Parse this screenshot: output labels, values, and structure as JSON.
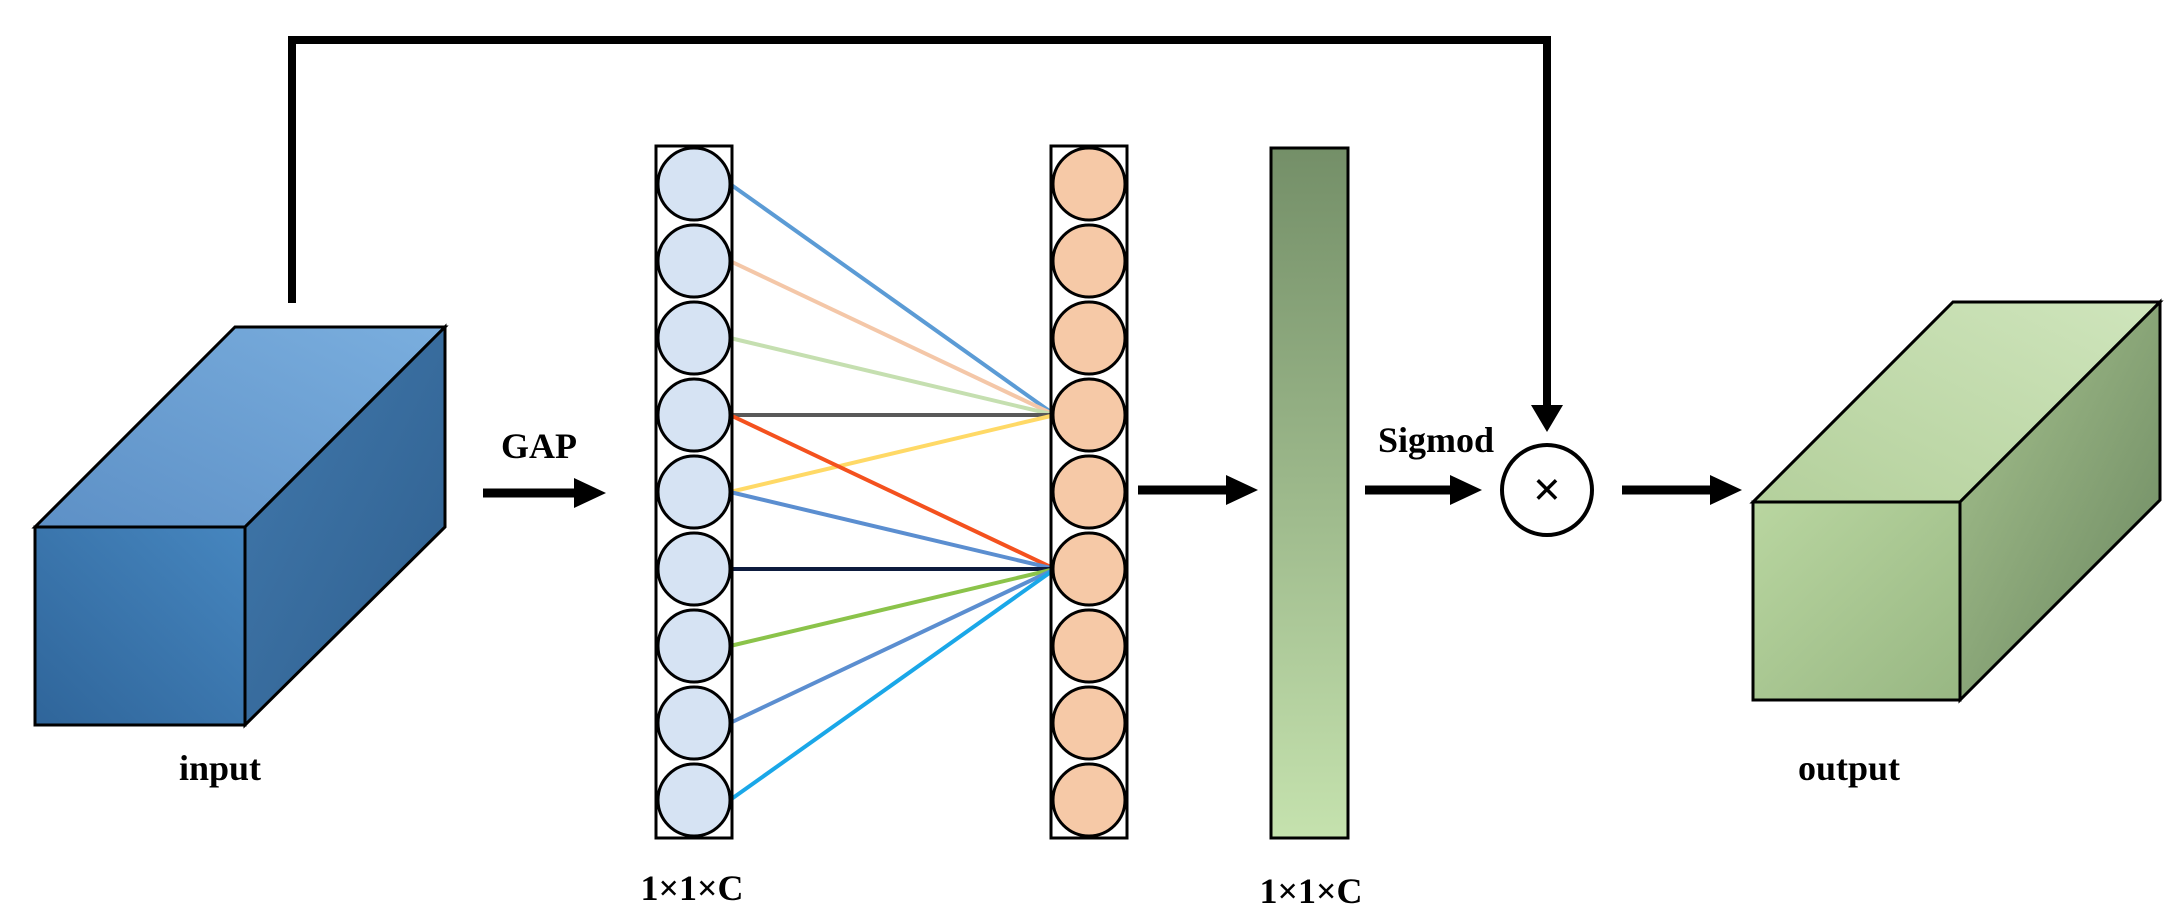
{
  "labels": {
    "input": "input",
    "gap": "GAP",
    "c1": "1×1×C",
    "c2": "1×1×C",
    "sigmoid": "Sigmod",
    "multiply": "×",
    "output": "output"
  },
  "colors": {
    "input_front": "#3b78ad",
    "input_top": "#6da3d6",
    "input_side": "#3a6e9e",
    "node_blue": "#d6e3f3",
    "node_orange": "#f6c9a7",
    "bar_top": "#748f68",
    "bar_bottom": "#c3dfae",
    "output_front": "#acc892",
    "output_top": "#c5dcb0",
    "output_side": "#7a9366",
    "stroke": "#000000"
  },
  "layers": {
    "gap_nodes": 9,
    "fc_nodes": 9
  },
  "connections": [
    {
      "from": 0,
      "to": 3,
      "color": "#5b9bd5"
    },
    {
      "from": 1,
      "to": 3,
      "color": "#f4c7a8"
    },
    {
      "from": 2,
      "to": 3,
      "color": "#c5dfb0"
    },
    {
      "from": 3,
      "to": 3,
      "color": "#595959"
    },
    {
      "from": 4,
      "to": 3,
      "color": "#ffd966"
    },
    {
      "from": 3,
      "to": 5,
      "color": "#f4511e"
    },
    {
      "from": 4,
      "to": 5,
      "color": "#5b8ed0"
    },
    {
      "from": 5,
      "to": 5,
      "color": "#0d1b3e"
    },
    {
      "from": 6,
      "to": 5,
      "color": "#8bc34a"
    },
    {
      "from": 7,
      "to": 5,
      "color": "#5b8ed0"
    },
    {
      "from": 8,
      "to": 5,
      "color": "#1aa7e8"
    }
  ]
}
